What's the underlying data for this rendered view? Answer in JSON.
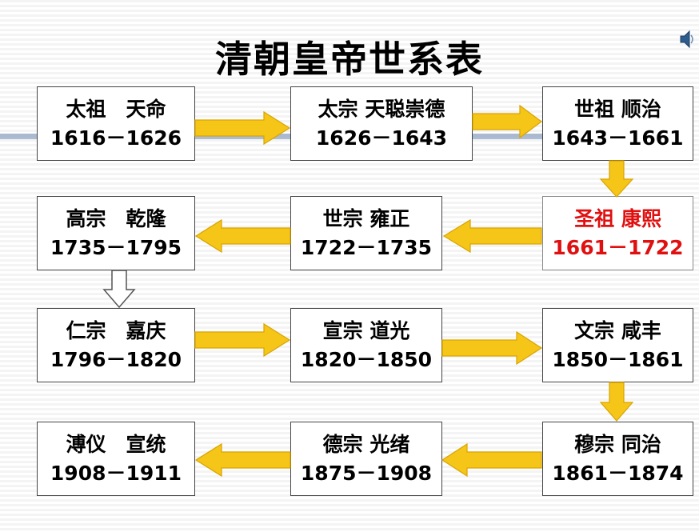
{
  "title": "清朝皇帝世系表",
  "rows": [
    [
      {
        "name": "太祖　天命",
        "years": "1616－1626"
      },
      {
        "name": "太宗  天聪崇德",
        "years": "1626－1643"
      },
      {
        "name": "世祖  顺治",
        "years": "1643－1661"
      }
    ],
    [
      {
        "name": "高宗　乾隆",
        "years": "1735－1795"
      },
      {
        "name": "世宗  雍正",
        "years": "1722－1735"
      },
      {
        "name": "圣祖  康熙",
        "years": "1661－1722"
      }
    ],
    [
      {
        "name": "仁宗　嘉庆",
        "years": "1796－1820"
      },
      {
        "name": "宣宗  道光",
        "years": "1820－1850"
      },
      {
        "name": "文宗  咸丰",
        "years": "1850－1861"
      }
    ],
    [
      {
        "name": "溥仪　宣统",
        "years": "1908－1911"
      },
      {
        "name": "德宗  光绪",
        "years": "1875－1908"
      },
      {
        "name": "穆宗  同治",
        "years": "1861－1874"
      }
    ]
  ],
  "colors": {
    "arrow_fill": "#f5c518",
    "arrow_outline": "#d9a400",
    "highlight_text": "#e01010"
  },
  "highlighted": "圣祖  康熙"
}
